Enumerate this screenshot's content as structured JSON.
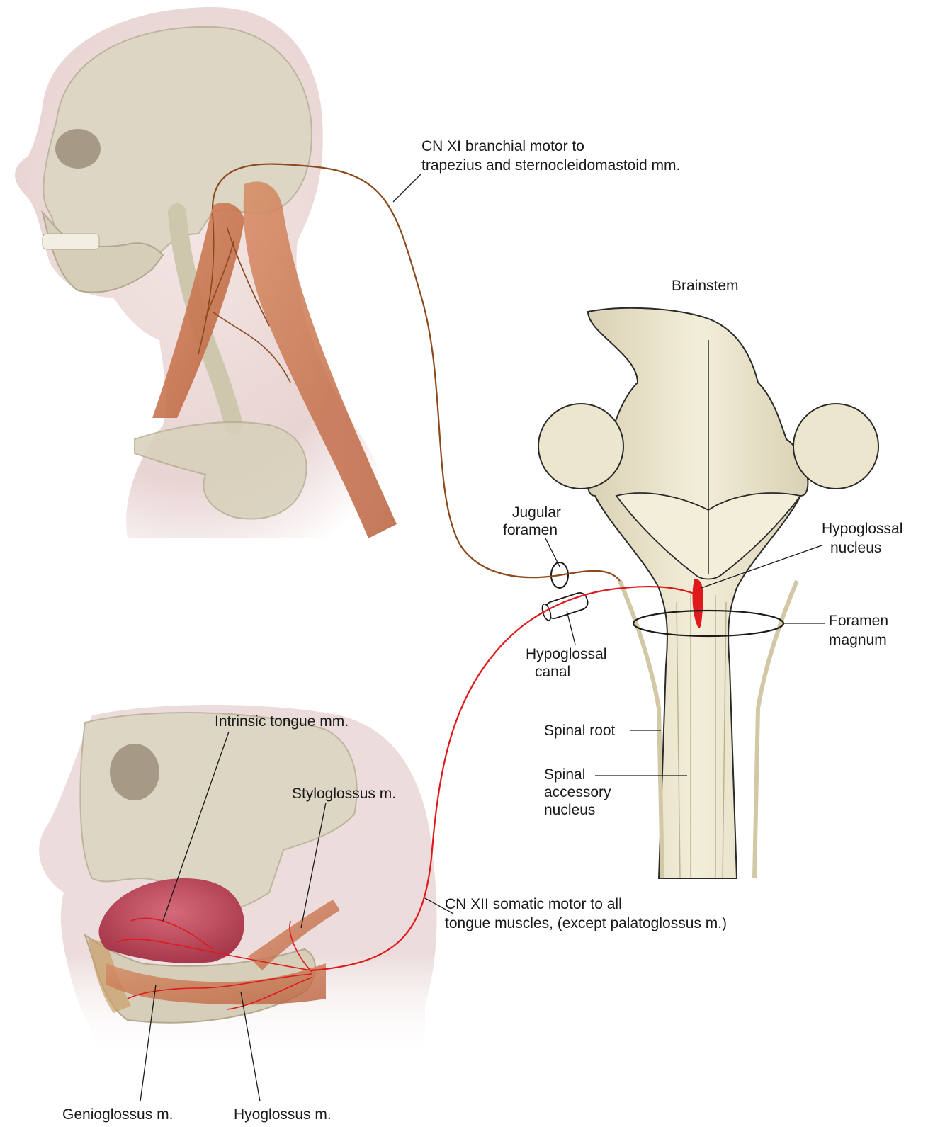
{
  "labels": {
    "cn_xi": [
      "CN XI branchial motor to",
      "trapezius and sternocleidomastoid mm."
    ],
    "brainstem": "Brainstem",
    "jugular_foramen": [
      "Jugular",
      "foramen"
    ],
    "hypoglossal_nucleus": [
      "Hypoglossal",
      "nucleus"
    ],
    "foramen_magnum": [
      "Foramen",
      "magnum"
    ],
    "hypoglossal_canal": [
      "Hypoglossal",
      "canal"
    ],
    "spinal_root": "Spinal root",
    "spinal_accessory_nucleus": [
      "Spinal",
      "accessory",
      "nucleus"
    ],
    "intrinsic_tongue": "Intrinsic tongue mm.",
    "styloglossus": "Styloglossus m.",
    "cn_xii": [
      "CN XII somatic motor to all",
      "tongue muscles, (except palatoglossus m.)"
    ],
    "genioglossus": "Genioglossus m.",
    "hyoglossus": "Hyoglossus m."
  },
  "colors": {
    "cn_xi_nerve": "#8a4a1c",
    "cn_xii_nerve": "#e0191c",
    "skin": "#efe0de",
    "bone": "#ddd6c4",
    "muscle": "#c9744a",
    "brainstem": "#ece6cf",
    "tongue": "#c0485a"
  },
  "icons": [
    "skull-head-illustration",
    "brainstem-illustration",
    "tongue-skull-illustration"
  ]
}
